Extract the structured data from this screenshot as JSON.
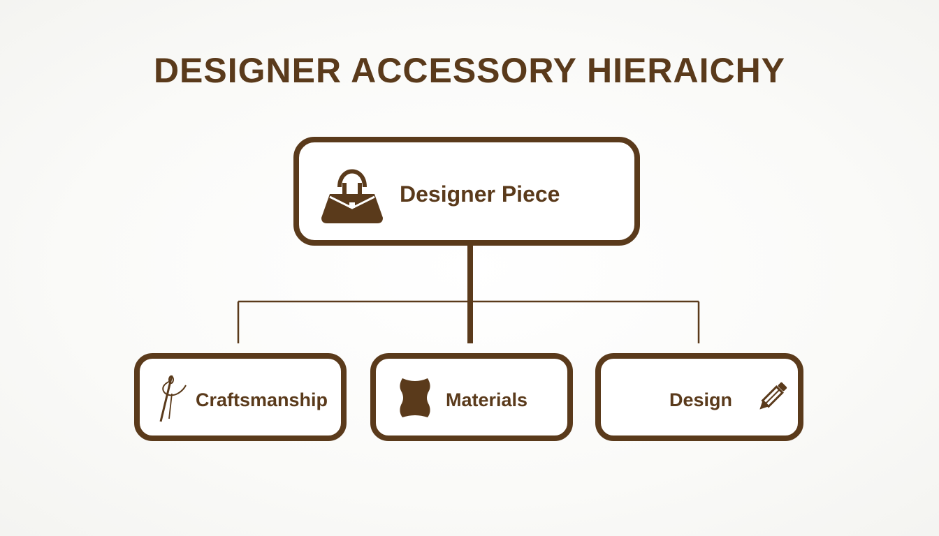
{
  "title": "DESIGNER ACCESSORY HIERAICHY",
  "root": {
    "label": "Designer Piece",
    "icon": "handbag-icon"
  },
  "children": [
    {
      "label": "Craftsmanship",
      "icon": "needle-thread-icon"
    },
    {
      "label": "Materials",
      "icon": "leather-hide-icon"
    },
    {
      "label": "Design",
      "icon": "pencil-icon"
    }
  ],
  "colors": {
    "accent": "#5a3a1b",
    "background": "#fbfbf9"
  }
}
